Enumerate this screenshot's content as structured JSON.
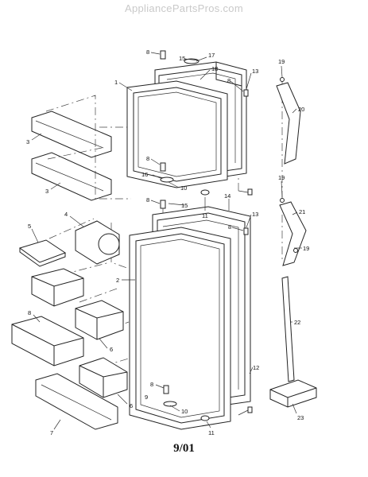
{
  "watermark": "AppliancePartsPros.com",
  "date_code": "9/01",
  "callouts": [
    "1",
    "2",
    "3",
    "3",
    "4",
    "5",
    "6",
    "6",
    "7",
    "8",
    "8",
    "8",
    "8",
    "8",
    "8",
    "8",
    "9",
    "10",
    "10",
    "11",
    "11",
    "12",
    "13",
    "13",
    "14",
    "15",
    "15",
    "16",
    "17",
    "18",
    "19",
    "19",
    "19",
    "20",
    "21",
    "22",
    "23"
  ]
}
